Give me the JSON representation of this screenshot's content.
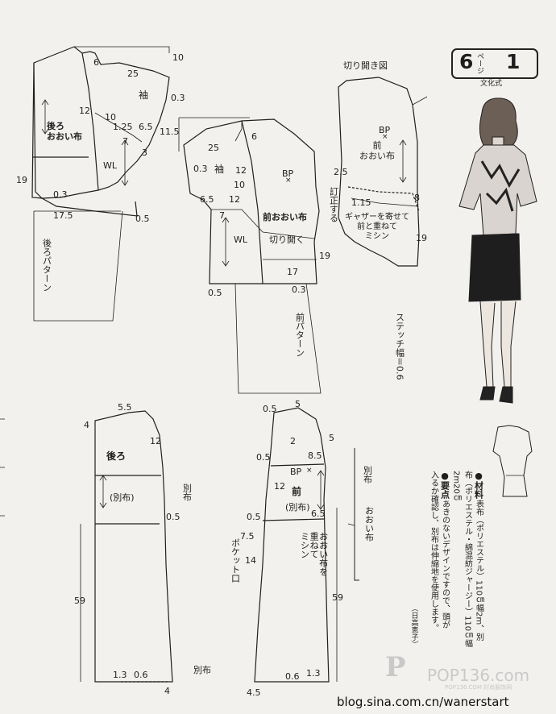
{
  "header": {
    "page_label": "ページ",
    "page_number": "6",
    "item_number": "1",
    "style_name": "文化式"
  },
  "pattern_upper": {
    "back_cover": {
      "name": "後ろ\nおおい布",
      "sleeve": "袖",
      "labels": {
        "a": "6",
        "b": "25",
        "c": "10",
        "d": "0.3",
        "e": "12",
        "f": "10",
        "g": "1.25",
        "h": "6.5",
        "i": "11.5",
        "j": "7",
        "k": "3",
        "wl": "WL",
        "l": "19",
        "m": "0.3",
        "n": "17.5",
        "o": "0.5"
      },
      "pattern_name": "後ろパターン"
    },
    "front_cover": {
      "name": "前おおい布",
      "sleeve": "袖",
      "bp": "BP",
      "bp_mark": "×",
      "labels": {
        "a": "25",
        "b": "6",
        "c": "0.3",
        "d": "12",
        "e": "10",
        "f": "6.5",
        "g": "12",
        "h": "7",
        "wl": "WL",
        "i": "19",
        "j": "17",
        "k": "0.3",
        "l": "0.5"
      },
      "cut_open": "切り開く",
      "pattern_name": "前パターン"
    },
    "open_diagram": {
      "title": "切り開き図",
      "name": "前\nおおい布",
      "bp": "BP",
      "bp_mark": "×",
      "labels": {
        "a": "2.5",
        "b": "1.15",
        "c": "8",
        "d": "19"
      },
      "correct": "訂正する",
      "note": "ギャザーを寄せて\n前と重ねて\nミシン"
    },
    "stitch": "ステッチ幅＝0.6"
  },
  "pattern_lower": {
    "back": {
      "name": "後ろ",
      "separate": "(別布)",
      "labels": {
        "a": "5.5",
        "b": "4",
        "c": "12",
        "d": "0.5",
        "e": "59",
        "f": "1.3",
        "g": "0.6",
        "h": "4"
      },
      "side_separate": "別布",
      "hem_separate": "別布"
    },
    "front": {
      "name": "前",
      "separate": "(別布)",
      "bp": "BP",
      "bp_mark": "×",
      "labels": {
        "a": "0.5",
        "b": "5",
        "c": "2",
        "d": "5",
        "e": "0.5",
        "f": "8.5",
        "g": "12",
        "h": "0.5",
        "i": "6.5",
        "j": "7.5",
        "k": "14",
        "l": "59",
        "m": "0.6",
        "n": "1.3",
        "o": "4.5"
      },
      "pocket": "ポケット口",
      "overlap": "おおい布を\n重ねて\nミシン",
      "cover": "おおい布",
      "separate_side": "別布"
    }
  },
  "materials": {
    "title": "●材料",
    "text1": "表布（ポリエステル）110㎝幅2m、別",
    "text2": "布（ポリエステル・綿混紡ジャージー）110㎝幅",
    "text3": "2m20㎝",
    "points_title": "●要点",
    "points1": "あきのないデザインですので、頭が",
    "points2": "入るか確認し、別布は伸縮地を使用します。",
    "credit": "（日高恵子）"
  },
  "watermark": {
    "brand": "POP136.com",
    "sub": "POP136.COM 时尚服饰网"
  },
  "footer": {
    "url": "blog.sina.com.cn/wanerstart"
  }
}
